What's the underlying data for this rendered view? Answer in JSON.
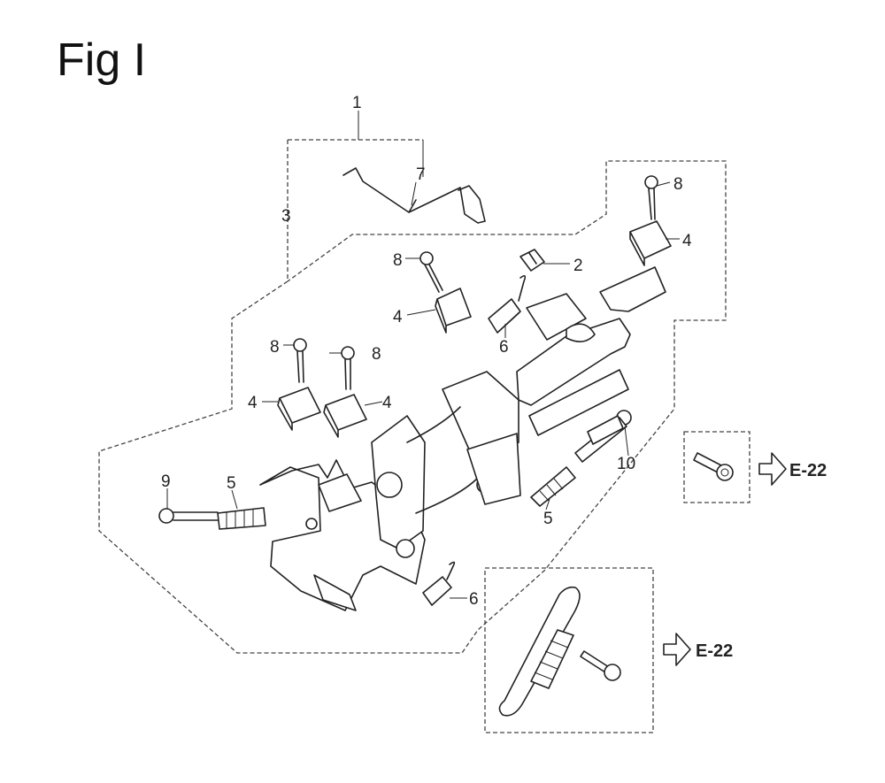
{
  "figure": {
    "title": "Fig I"
  },
  "callouts": [
    {
      "label": "1"
    },
    {
      "label": "3"
    },
    {
      "label": "7"
    },
    {
      "label": "8"
    },
    {
      "label": "4"
    },
    {
      "label": "2"
    },
    {
      "label": "8"
    },
    {
      "label": "4"
    },
    {
      "label": "6"
    },
    {
      "label": "8"
    },
    {
      "label": "8"
    },
    {
      "label": "4"
    },
    {
      "label": "4"
    },
    {
      "label": "9"
    },
    {
      "label": "5"
    },
    {
      "label": "5"
    },
    {
      "label": "10"
    },
    {
      "label": "6"
    }
  ],
  "references": [
    {
      "label": "E-22"
    },
    {
      "label": "E-22"
    }
  ]
}
